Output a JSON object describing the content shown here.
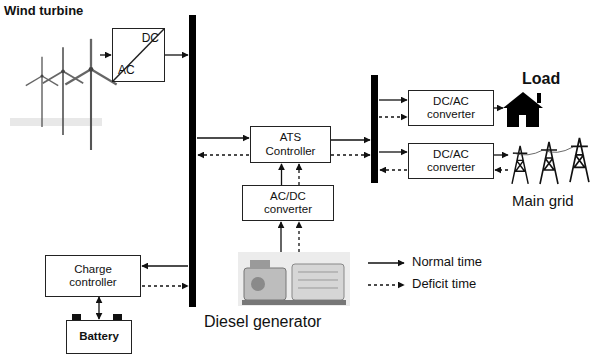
{
  "diagram": {
    "nodes": [
      {
        "text": [
          "DC",
          "AC"
        ]
      },
      {
        "text": [
          "ATS Controller"
        ]
      },
      {
        "text": [
          "DC/AC converter"
        ]
      },
      {
        "text": [
          "DC/AC converter"
        ]
      },
      {
        "text": [
          "AC/DC converter"
        ]
      },
      {
        "text": [
          "Charge controller"
        ]
      },
      {
        "text": [
          "Battery"
        ]
      }
    ],
    "edges": [
      {
        "from": 4,
        "to": 1,
        "arrow": "to"
      },
      {
        "from": 5,
        "to": 6,
        "arrow": "both"
      }
    ],
    "labels": [
      "Wind turbine",
      "Load",
      "Main grid",
      "Diesel generator"
    ],
    "legend": [
      {
        "text": "Normal time"
      },
      {
        "text": "Deficit time"
      }
    ]
  }
}
